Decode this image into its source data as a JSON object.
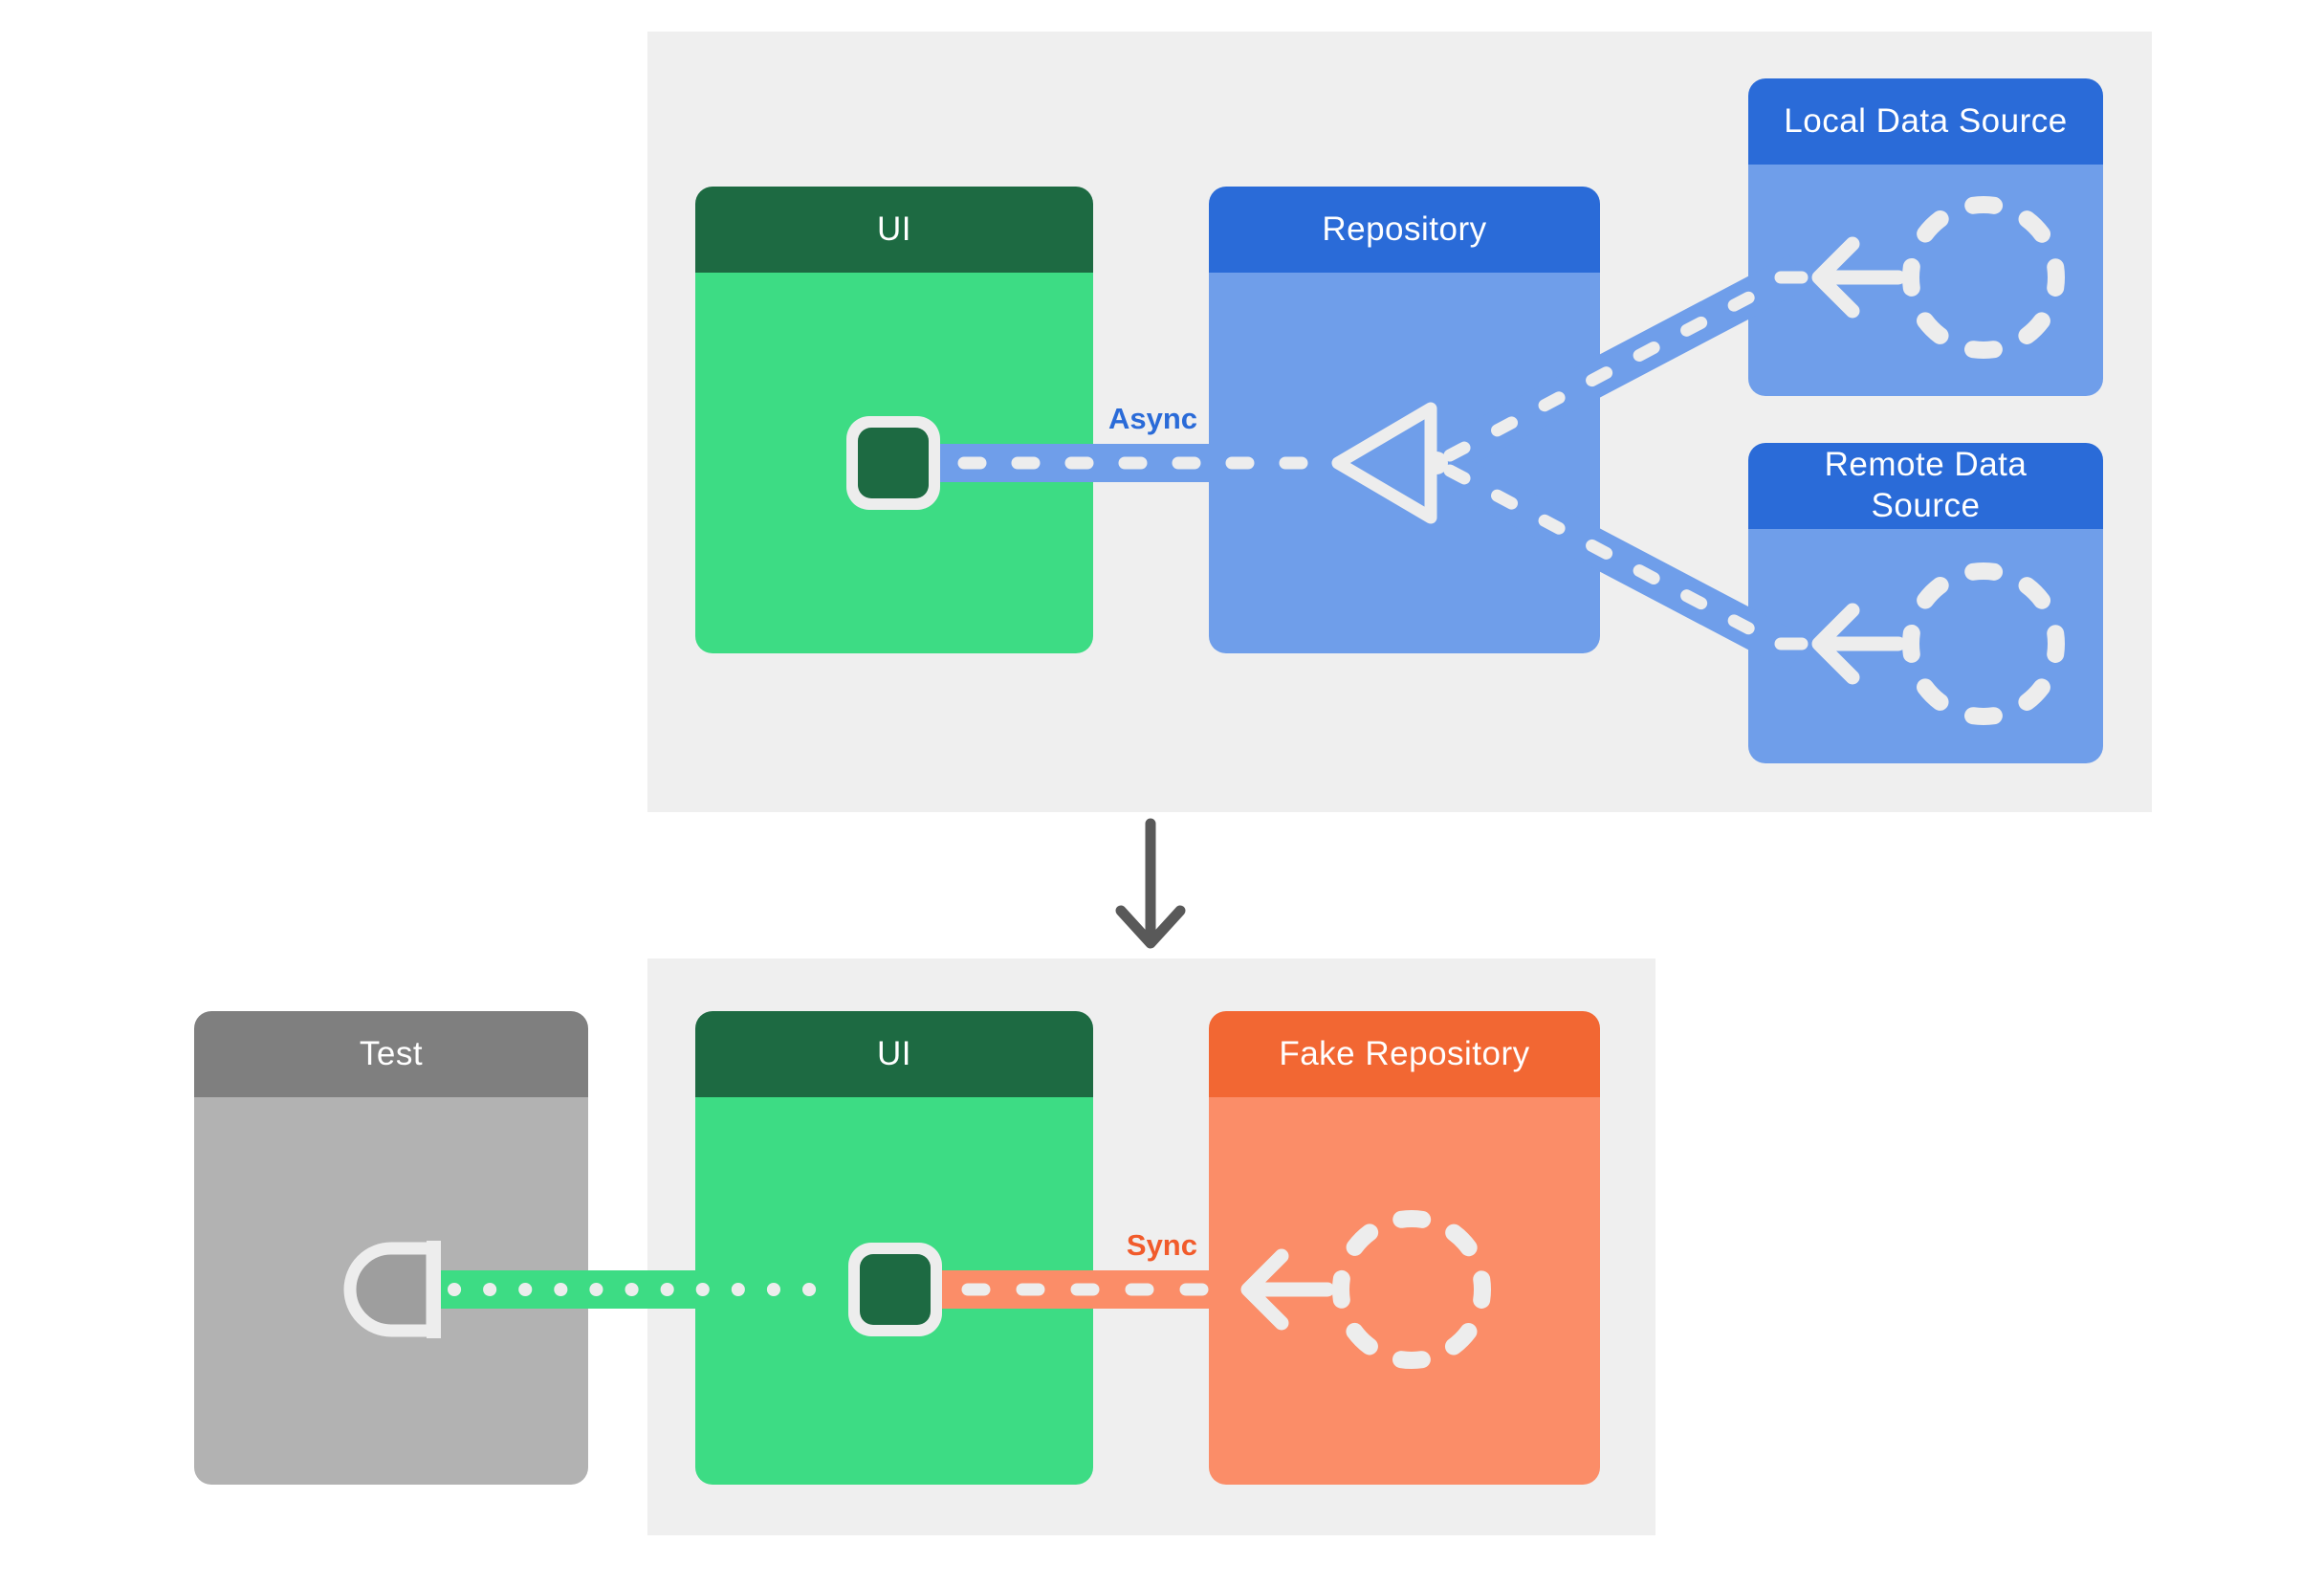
{
  "colors": {
    "page_bg": "#ffffff",
    "panel_bg": "#efefef",
    "green_header": "#1d6a42",
    "green_body": "#3ddc84",
    "blue_header": "#2a6bd8",
    "blue_body": "#6f9eea",
    "orange_header": "#f26733",
    "orange_body": "#fb8d68",
    "gray_header": "#7f7f7f",
    "gray_body": "#b2b2b2",
    "dash_white": "#ededed",
    "arrow_gray": "#595959",
    "async_label": "#2a6bd8",
    "sync_label": "#f15b2b",
    "socket_fill": "#9e9e9e",
    "connector_fill": "#1d6a42"
  },
  "top_flow": {
    "ui": {
      "title": "UI"
    },
    "repository": {
      "title": "Repository"
    },
    "local_data_source": {
      "title": "Local Data Source"
    },
    "remote_data_source": {
      "title": "Remote Data Source"
    },
    "async_label": "Async"
  },
  "bottom_flow": {
    "test": {
      "title": "Test"
    },
    "ui": {
      "title": "UI"
    },
    "fake_repository": {
      "title": "Fake Repository"
    },
    "sync_label": "Sync"
  }
}
